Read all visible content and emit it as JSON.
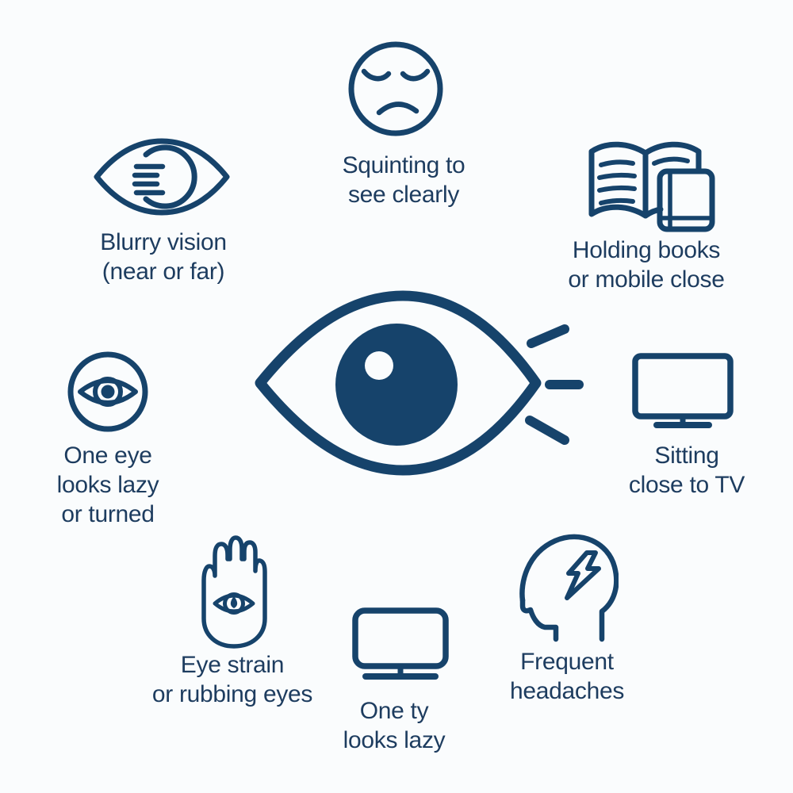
{
  "diagram": {
    "type": "infographic",
    "topic": "Signs of vision problems around a central eye symbol",
    "palette": {
      "background": "#fafcfd",
      "icon_stroke": "#16436b",
      "text": "#1d3c5f",
      "pupil_fill": "#16436b",
      "highlight_fill": "#fafcfd"
    },
    "center": {
      "icon": "central-eye-icon",
      "rays": 3
    },
    "items": [
      {
        "id": "squinting",
        "icon": "squinting-face-icon",
        "label": "Squinting to\nsee clearly"
      },
      {
        "id": "blurry",
        "icon": "blurry-vision-eye-icon",
        "label": "Blurry vision\n(near or far)"
      },
      {
        "id": "books",
        "icon": "book-and-phone-icon",
        "label": "Holding books\nor mobile close"
      },
      {
        "id": "lazy-eye",
        "icon": "eye-in-circle-icon",
        "label": "One eye\nlooks lazy\nor turned"
      },
      {
        "id": "tv",
        "icon": "tv-icon",
        "label": "Sitting\nclose to TV"
      },
      {
        "id": "eye-strain",
        "icon": "hand-with-eye-icon",
        "label": "Eye strain\nor rubbing eyes"
      },
      {
        "id": "one-ty",
        "icon": "tv-icon",
        "label": "One ty\nlooks lazy"
      },
      {
        "id": "headaches",
        "icon": "head-lightning-icon",
        "label": "Frequent\nheadaches"
      }
    ]
  }
}
